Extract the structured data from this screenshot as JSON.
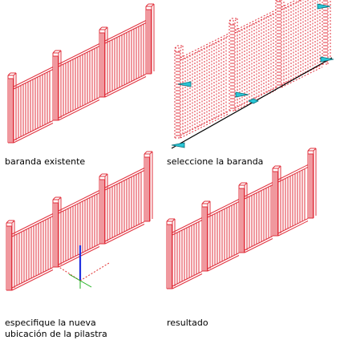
{
  "panels": [
    {
      "id": "existing",
      "caption_lines": [
        "baranda existente"
      ]
    },
    {
      "id": "select",
      "caption_lines": [
        "seleccione la baranda"
      ]
    },
    {
      "id": "new-location",
      "caption_lines": [
        "especifique la nueva",
        "ubicación de la pilastra"
      ]
    },
    {
      "id": "result",
      "caption_lines": [
        "resultado"
      ]
    }
  ],
  "colors": {
    "railing": "#e0303c",
    "grip": "#29c6d6",
    "grip_edge": "#0a6d78",
    "path": "#000000",
    "ucs_x": "#e03030",
    "ucs_y": "#20b020",
    "ucs_z": "#2030e0"
  }
}
